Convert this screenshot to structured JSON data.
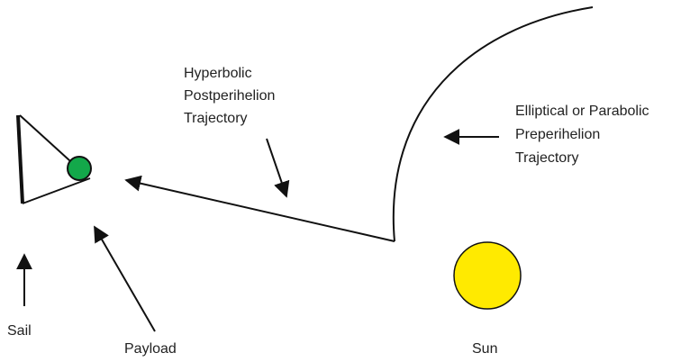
{
  "labels": {
    "hyperbolic": [
      "Hyperbolic",
      "Postperihelion",
      "Trajectory"
    ],
    "elliptical": [
      "Elliptical or Parabolic",
      "Preperihelion",
      "Trajectory"
    ],
    "sail": "Sail",
    "payload": "Payload",
    "sun": "Sun"
  },
  "colors": {
    "sun_fill": "#ffea00",
    "payload_fill": "#13a84a",
    "stroke": "#111111"
  }
}
